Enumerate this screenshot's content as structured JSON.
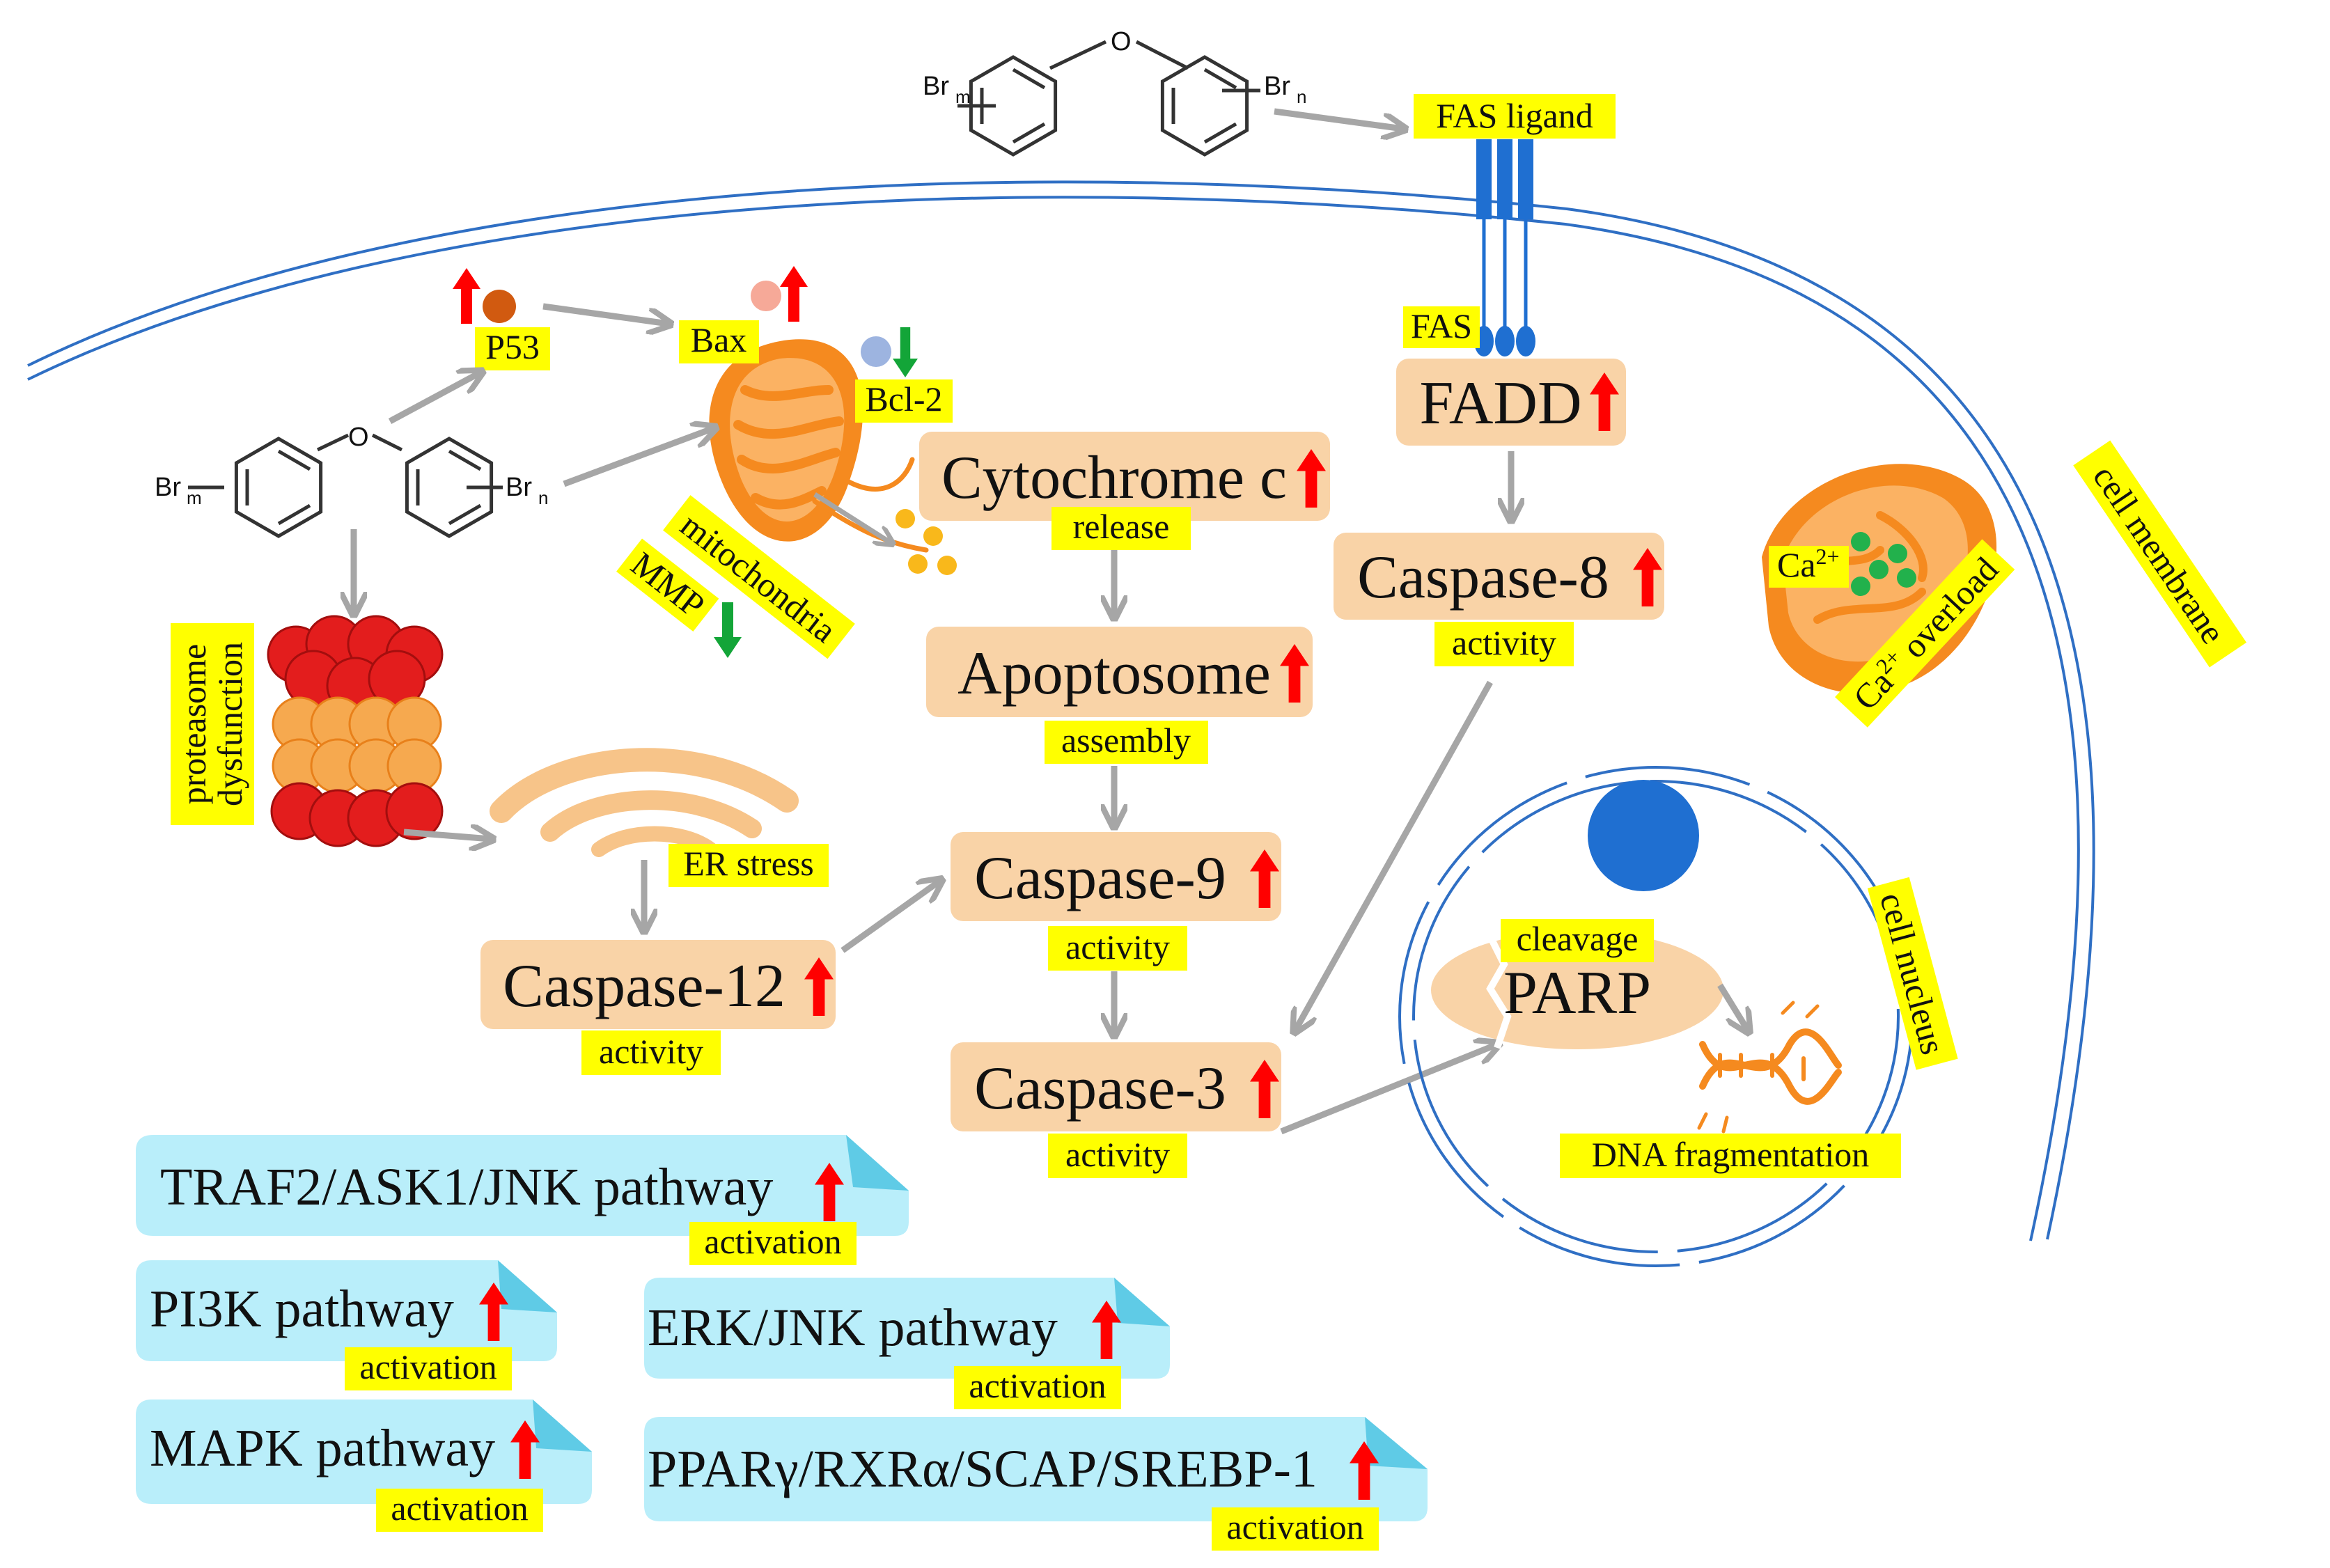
{
  "labels": {
    "fas_ligand": "FAS ligand",
    "fas": "FAS",
    "p53": "P53",
    "bax": "Bax",
    "bcl2": "Bcl-2",
    "mitochondria": "mitochondria",
    "mmp": "MMP",
    "proteasome_line1": "proteasome",
    "proteasome_line2": "dysfunction",
    "er_stress": "ER stress",
    "ca_ion": "Ca",
    "ca_ion_sup": "2+",
    "ca_overload": "Ca",
    "ca_overload_sup": "2+",
    "ca_overload_rest": " overload",
    "cell_membrane": "cell membrane",
    "cell_nucleus": "cell nucleus",
    "cleavage": "cleavage",
    "parp": "PARP",
    "dna_fragmentation": "DNA fragmentation"
  },
  "chemistry": {
    "br": "Br",
    "sub_m": "m",
    "sub_n": "n",
    "oxygen": "O"
  },
  "boxes": {
    "fadd": {
      "name": "FADD",
      "status": ""
    },
    "caspase8": {
      "name": "Caspase-8",
      "status": "activity"
    },
    "cytochrome": {
      "name": "Cytochrome c",
      "status": "release"
    },
    "apoptosome": {
      "name": "Apoptosome",
      "status": "assembly"
    },
    "caspase9": {
      "name": "Caspase-9",
      "status": "activity"
    },
    "caspase3": {
      "name": "Caspase-3",
      "status": "activity"
    },
    "caspase12": {
      "name": "Caspase-12",
      "status": "activity"
    }
  },
  "pathways": {
    "traf2": {
      "name": "TRAF2/ASK1/JNK pathway",
      "status": "activation"
    },
    "pi3k": {
      "name": "PI3K pathway",
      "status": "activation"
    },
    "mapk": {
      "name": "MAPK pathway",
      "status": "activation"
    },
    "erk": {
      "name": "ERK/JNK pathway",
      "status": "activation"
    },
    "ppar": {
      "name": "PPARγ/RXRα/SCAP/SREBP-1",
      "status": "activation"
    }
  },
  "colors": {
    "box_fill": "#f9d3a7",
    "pathway_fill": "#b9eefa",
    "pathway_fold": "#5fcbe6",
    "highlight": "#ffff00",
    "arrow_gray": "#a6a6a6",
    "up_red": "#ff0000",
    "down_green": "#13a538",
    "membrane_blue": "#2f6fc4",
    "receptor_blue": "#1f6fd1",
    "mito_orange": "#f58a1f"
  }
}
